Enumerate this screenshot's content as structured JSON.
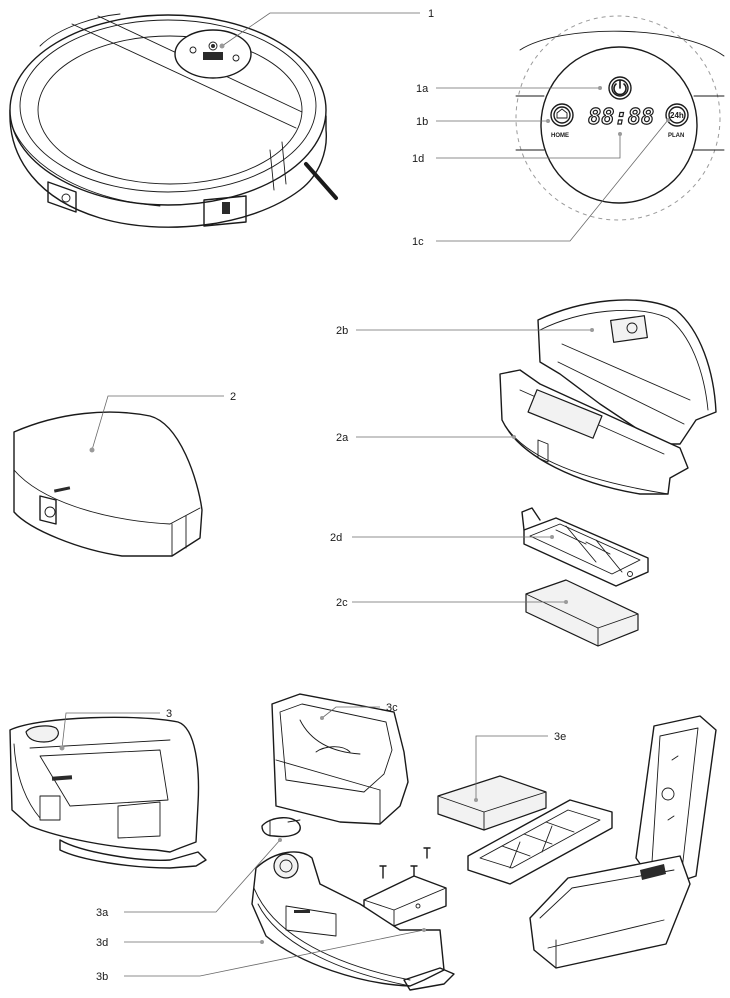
{
  "callouts": {
    "c1": "1",
    "c1a": "1a",
    "c1b": "1b",
    "c1c": "1c",
    "c1d": "1d",
    "c2": "2",
    "c2a": "2a",
    "c2b": "2b",
    "c2c": "2c",
    "c2d": "2d",
    "c3": "3",
    "c3a": "3a",
    "c3b": "3b",
    "c3c": "3c",
    "c3d": "3d",
    "c3e": "3e"
  },
  "control_panel": {
    "home_label": "HOME",
    "plan_label": "PLAN",
    "display": "88:88",
    "plan_icon_text": "24h"
  },
  "icons": {
    "power": "power-icon",
    "home": "home-icon",
    "plan": "clock-24h-icon"
  }
}
